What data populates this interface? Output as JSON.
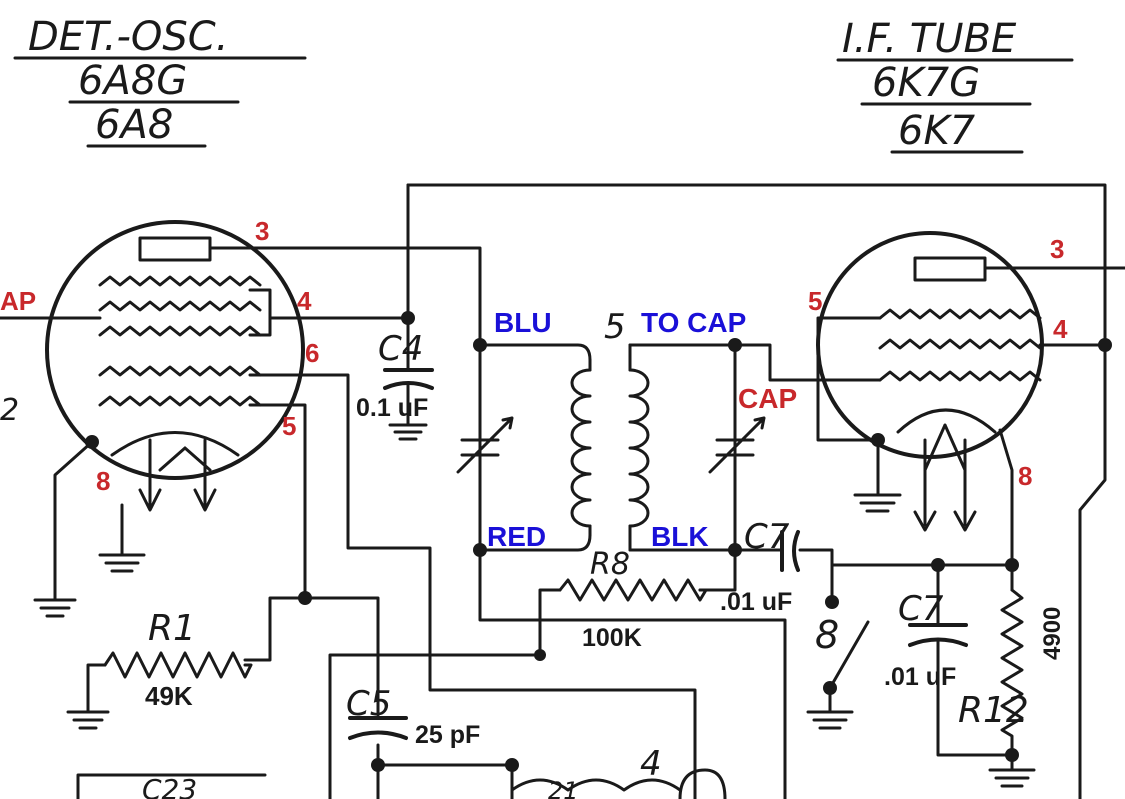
{
  "title_left": {
    "line1": "DET.-OSC.",
    "line2": "6A8G",
    "line3": "6A8"
  },
  "title_right": {
    "line1": "I.F. TUBE",
    "line2": "6K7G",
    "line3": "6K7"
  },
  "pins_left": {
    "p3": "3",
    "p4": "4",
    "p6": "6",
    "p5": "5",
    "p8": "8"
  },
  "pins_right": {
    "p3": "3",
    "p5": "5",
    "p4": "4",
    "p8": "8"
  },
  "edge_text_left": "AP",
  "edge_text_left2": "2",
  "c4": {
    "ref": "C4",
    "value": "0.1 uF"
  },
  "transformer": {
    "number": "5",
    "blu": "BLU",
    "red": "RED",
    "to_cap": "TO CAP",
    "blk": "BLK",
    "cap": "CAP"
  },
  "c7a": {
    "ref": "C7",
    "value": ".01 uF"
  },
  "r8": {
    "ref": "R8",
    "value": "100K"
  },
  "r1": {
    "ref": "R1",
    "value": "49K"
  },
  "switch": {
    "ref": "8"
  },
  "c7b": {
    "ref": "C7",
    "value": ".01 uF"
  },
  "r12": {
    "ref": "R12",
    "value": "4900"
  },
  "c5": {
    "ref": "C5",
    "value": "25 pF"
  },
  "bottom_labels": {
    "left": "C23",
    "coil": "4",
    "mid": "21"
  },
  "colors": {
    "ink": "#1a1a1a",
    "pin_red": "#c8282b",
    "wire_blue": "#1a10d8"
  }
}
